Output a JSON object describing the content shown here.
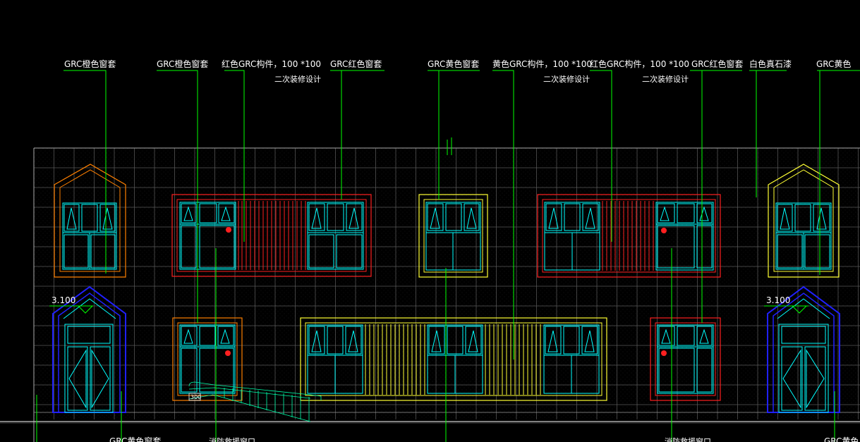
{
  "labels": {
    "l1": "GRC橙色窗套",
    "l2": "GRC橙色窗套",
    "l3": "红色GRC构件，100 *100",
    "l3b": "二次装修设计",
    "l4": "GRC红色窗套",
    "l5": "GRC黄色窗套",
    "l6": "黄色GRC构件，100 *100",
    "l6b": "二次装修设计",
    "l7": "红色GRC构件，100 *100",
    "l7b": "二次装修设计",
    "l8": "GRC红色窗套",
    "l9": "白色真石漆",
    "l10": "GRC黄色",
    "b1": "GRC黄色窗套",
    "b2": "消防救援窗口",
    "b3": "消防救援窗口",
    "b4": "GRC黄色"
  },
  "levels": {
    "left": "3.100",
    "right": "3.100"
  },
  "dims": {
    "ramp": "300"
  },
  "colors": {
    "leader": "#00ff00",
    "orange": "#ff8000",
    "red": "#ff2020",
    "yellow": "#ffff33",
    "cyan": "#00ffff",
    "blue": "#2020ff",
    "grid": "#6a6a6a"
  }
}
